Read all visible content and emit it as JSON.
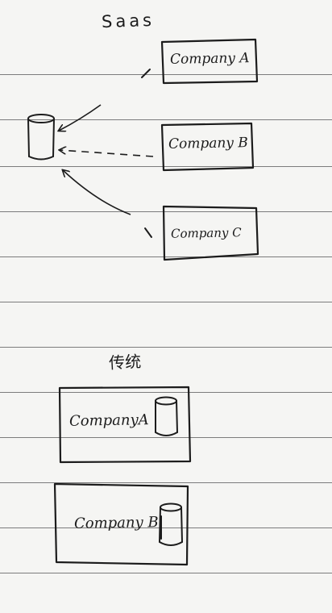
{
  "saas": {
    "title": "Saas",
    "companies": [
      {
        "label": "Company A"
      },
      {
        "label": "Company B"
      },
      {
        "label": "Company C"
      }
    ]
  },
  "traditional": {
    "title": "传统",
    "companies": [
      {
        "label": "CompanyA"
      },
      {
        "label": "Company B"
      }
    ]
  }
}
